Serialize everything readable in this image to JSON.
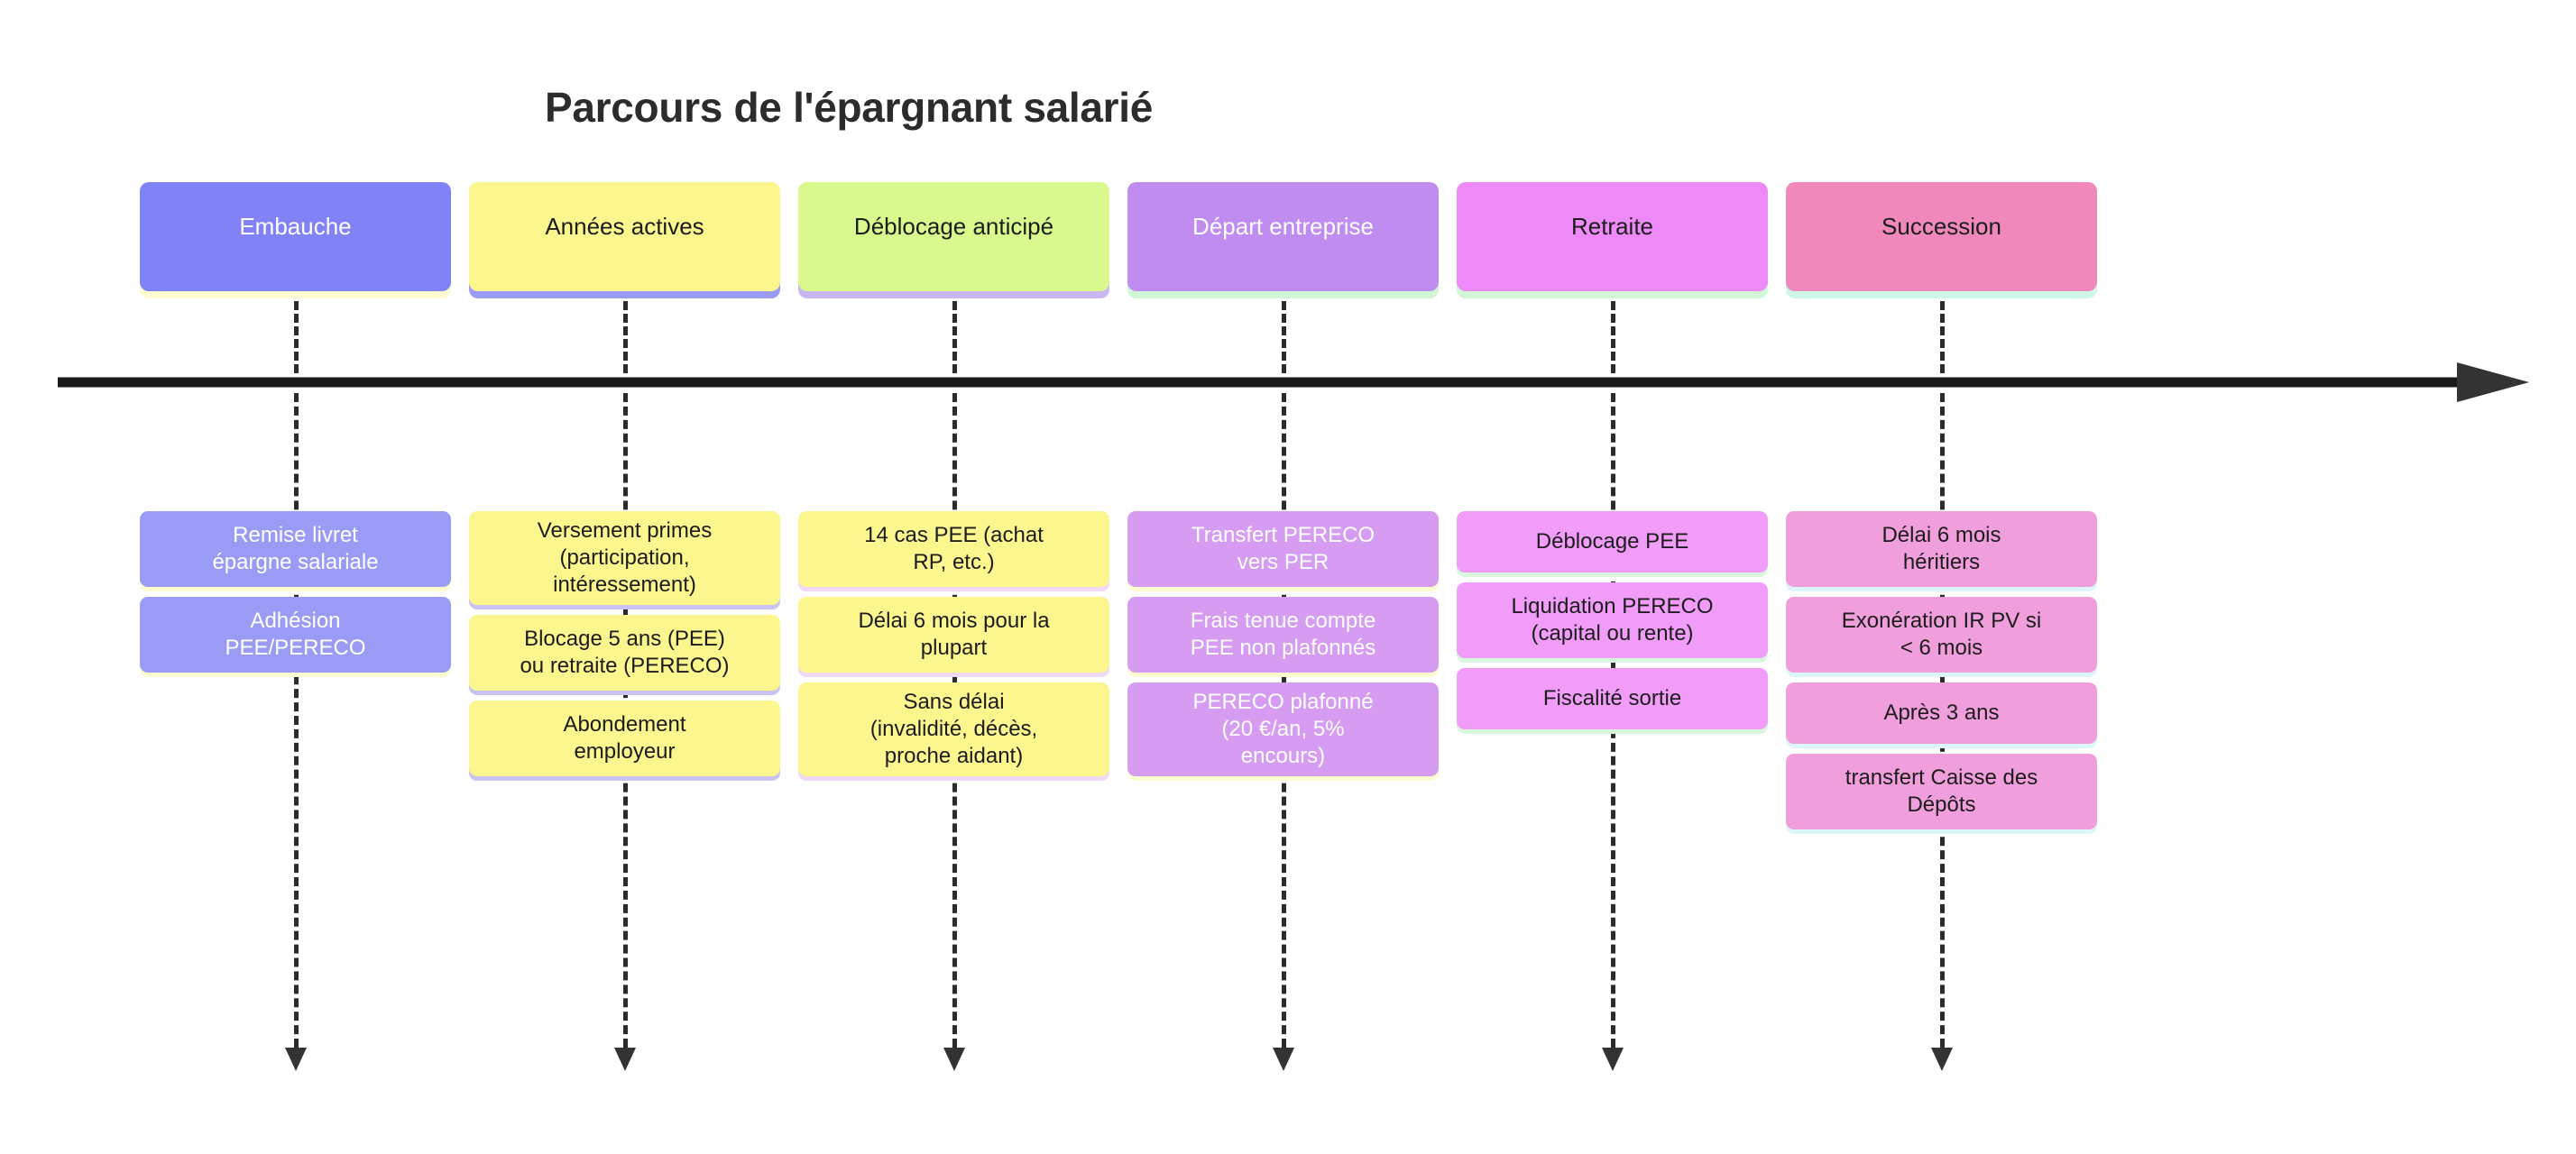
{
  "title": "Parcours de l'épargnant salarié",
  "palette": {
    "periwinkle": "#8182F5",
    "yellow": "#FCF68F",
    "light_green": "#D9F98E",
    "purple": "#C08CF0",
    "magenta": "#ED8AF8",
    "pink": "#F088BB",
    "yellow_pale": "#FDFBD0",
    "lilac_pale": "#D9C9F7",
    "green_pale": "#D2F7D6",
    "mint_pale": "#CFF7E6",
    "ice_pale": "#DDF6FB",
    "text_dark": "#1c1c1c",
    "text_light": "#ffffff",
    "axis": "#1a1a1a",
    "title": "#2c2c2c"
  },
  "timeline": {
    "axis_name": "main-timeline-arrow",
    "direction": "left-to-right"
  },
  "columns": [
    {
      "id": "embauche",
      "header": "Embauche",
      "header_bg": "#8182F5",
      "header_text": "#ffffff",
      "header_shadow": "#FDFBD0",
      "card_bg": "#9A9BF5",
      "card_text": "#ffffff",
      "card_shadow": "#FDFBD0",
      "items": [
        {
          "text": "Remise livret\népargne salariale",
          "height": 84
        },
        {
          "text": "Adhésion\nPEE/PERECO",
          "height": 84
        }
      ]
    },
    {
      "id": "annees-actives",
      "header": "Années actives",
      "header_bg": "#FCF68F",
      "header_text": "#1c1c1c",
      "header_shadow": "#9A9BF5",
      "card_bg": "#FCF68F",
      "card_text": "#1c1c1c",
      "card_shadow": "#C9C3F2",
      "items": [
        {
          "text": "Versement primes\n(participation,\nintéressement)",
          "height": 104
        },
        {
          "text": "Blocage 5 ans (PEE)\nou retraite (PERECO)",
          "height": 84
        },
        {
          "text": "Abondement\nemployeur",
          "height": 84
        }
      ]
    },
    {
      "id": "deblocage-anticipe",
      "header": "Déblocage anticipé",
      "header_bg": "#D9F98E",
      "header_text": "#1c1c1c",
      "header_shadow": "#C9B6F2",
      "card_bg": "#FCF68F",
      "card_text": "#1c1c1c",
      "card_shadow": "#EFD9F7",
      "items": [
        {
          "text": "14 cas PEE (achat\nRP, etc.)",
          "height": 84
        },
        {
          "text": "Délai 6 mois pour la\nplupart",
          "height": 84
        },
        {
          "text": "Sans délai\n(invalidité, décès,\nproche aidant)",
          "height": 104
        }
      ]
    },
    {
      "id": "depart-entreprise",
      "header": "Départ entreprise",
      "header_bg": "#C08CF0",
      "header_text": "#ffffff",
      "header_shadow": "#D2F7D6",
      "card_bg": "#D59CF2",
      "card_text": "#ffffff",
      "card_shadow": "#FDFBD0",
      "items": [
        {
          "text": "Transfert PERECO\nvers PER",
          "height": 84
        },
        {
          "text": "Frais tenue compte\nPEE non plafonnés",
          "height": 84
        },
        {
          "text": "PERECO plafonné\n(20 €/an, 5%\nencours)",
          "height": 104
        }
      ]
    },
    {
      "id": "retraite",
      "header": "Retraite",
      "header_bg": "#ED8AF8",
      "header_text": "#1c1c1c",
      "header_shadow": "#D2F7D6",
      "card_bg": "#F09CF8",
      "card_text": "#1c1c1c",
      "card_shadow": "#D9F7DC",
      "items": [
        {
          "text": "Déblocage PEE",
          "height": 68
        },
        {
          "text": "Liquidation PERECO\n(capital ou rente)",
          "height": 84
        },
        {
          "text": "Fiscalité sortie",
          "height": 68
        }
      ]
    },
    {
      "id": "succession",
      "header": "Succession",
      "header_bg": "#F088BB",
      "header_text": "#1c1c1c",
      "header_shadow": "#CFF7E6",
      "card_bg": "#F09FDC",
      "card_text": "#1c1c1c",
      "card_shadow": "#DDF6FB",
      "items": [
        {
          "text": "Délai 6 mois\nhéritiers",
          "height": 84
        },
        {
          "text": "Exonération IR PV si\n< 6 mois",
          "height": 84
        },
        {
          "text": "Après 3 ans",
          "height": 68
        },
        {
          "text": "transfert Caisse des\nDépôts",
          "height": 84
        }
      ]
    }
  ]
}
